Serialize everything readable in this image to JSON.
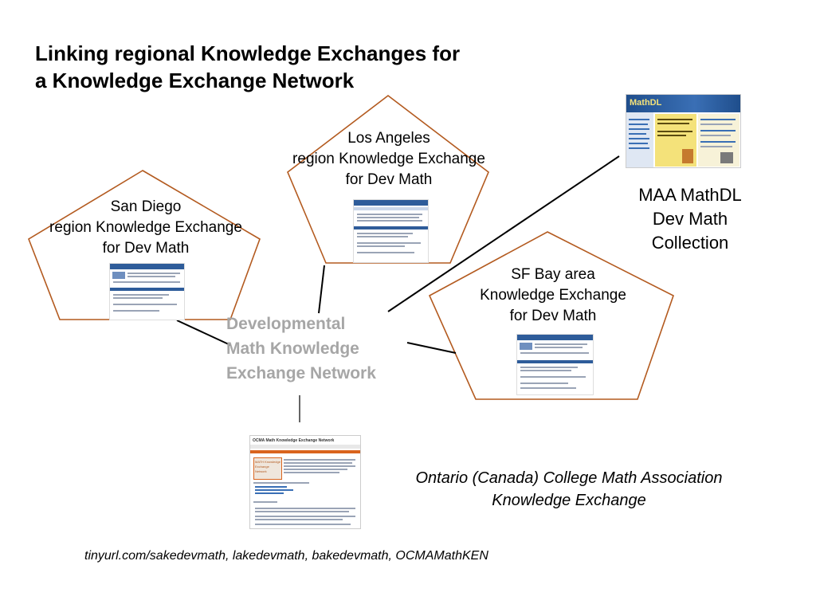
{
  "title": "Linking regional Knowledge Exchanges for a Knowledge Exchange Network",
  "title_line1": "Linking regional Knowledge Exchanges for",
  "title_line2": "a Knowledge Exchange Network",
  "regions": {
    "los_angeles": {
      "line1": "Los Angeles",
      "line2": "region  Knowledge Exchange",
      "line3": "for Dev Math"
    },
    "san_diego": {
      "line1": "San Diego",
      "line2": "region  Knowledge Exchange",
      "line3": "for Dev Math"
    },
    "sf_bay": {
      "line1": "SF Bay area",
      "line2": "Knowledge Exchange",
      "line3": "for Dev Math"
    }
  },
  "maa": {
    "line1": "MAA MathDL",
    "line2": "Dev Math",
    "line3": "Collection"
  },
  "network": {
    "line1": "Developmental",
    "line2": "Math  Knowledge",
    "line3": "Exchange Network"
  },
  "ontario": {
    "line1": "Ontario (Canada) College Math Association",
    "line2": "Knowledge Exchange"
  },
  "footer": "tinyurl.com/sakedevmath, lakedevmath, bakedevmath, OCMAMathKEN",
  "thumbnails": {
    "mathdl_logo": "MathDL",
    "ocma_header": "OCMA Math Knowledge Exchange Network",
    "ocma_logo_line1": "MATH Knowledge",
    "ocma_logo_line2": "Exchange",
    "ocma_logo_line3": "Network"
  },
  "colors": {
    "pentagon_stroke": "#b35a1f",
    "network_text": "#a6a6a6",
    "connector": "#000000",
    "thumb_header_blue": "#2e5c9a",
    "thumb_nav_blue": "#1f4e8c",
    "mathdl_yellow": "#f4e27a",
    "ocma_orange": "#d9641e"
  }
}
